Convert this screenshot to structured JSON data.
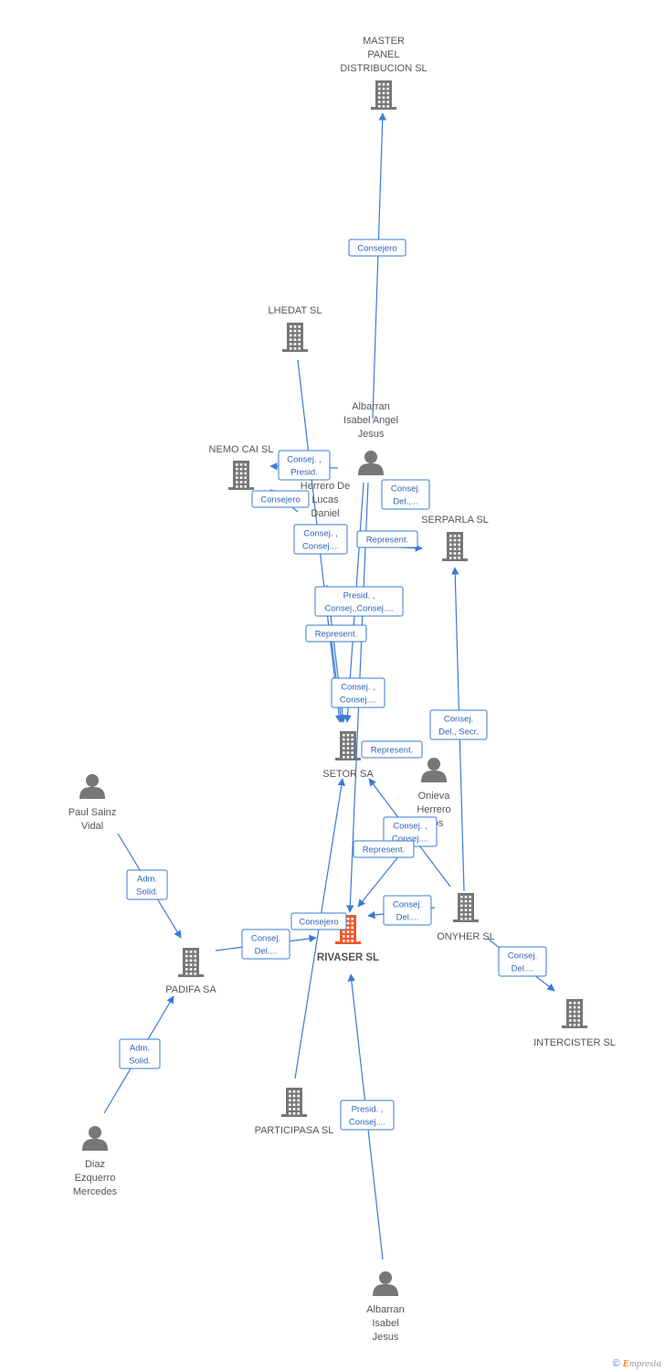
{
  "colors": {
    "edge": "#3a7bd5",
    "node_gray": "#777777",
    "node_focus": "#f05a28",
    "label": "#555555"
  },
  "nodes": [
    {
      "id": "master",
      "type": "company",
      "label": [
        "MASTER",
        "PANEL",
        "DISTRIBUCION SL"
      ],
      "icon": "building-icon"
    },
    {
      "id": "lhedat",
      "type": "company",
      "label": [
        "LHEDAT SL"
      ],
      "icon": "building-icon"
    },
    {
      "id": "albarran_angel",
      "type": "person",
      "label": [
        "Albarran",
        "Isabel Angel",
        "Jesus"
      ],
      "icon": "person-icon"
    },
    {
      "id": "nemo",
      "type": "company",
      "label": [
        "NEMO CAI SL"
      ],
      "icon": "building-icon"
    },
    {
      "id": "herrero_daniel",
      "type": "label_only",
      "label": [
        "Herrero De",
        "Lucas",
        "Daniel"
      ]
    },
    {
      "id": "serparla",
      "type": "company",
      "label": [
        "SERPARLA SL"
      ],
      "icon": "building-icon"
    },
    {
      "id": "setor",
      "type": "company",
      "label": [
        "SETOR SA"
      ],
      "icon": "building-icon"
    },
    {
      "id": "onieva",
      "type": "person",
      "label": [
        "Onieva",
        "Herrero",
        "...os"
      ],
      "icon": "person-icon"
    },
    {
      "id": "paul",
      "type": "person",
      "label": [
        "Paul Sainz",
        "Vidal"
      ],
      "icon": "person-icon"
    },
    {
      "id": "onyher",
      "type": "company",
      "label": [
        "ONYHER SL"
      ],
      "icon": "building-icon"
    },
    {
      "id": "rivaser",
      "type": "company_focus",
      "label": [
        "RIVASER SL"
      ],
      "icon": "building-icon"
    },
    {
      "id": "padifa",
      "type": "company",
      "label": [
        "PADIFA SA"
      ],
      "icon": "building-icon"
    },
    {
      "id": "intercister",
      "type": "company",
      "label": [
        "INTERCISTER SL"
      ],
      "icon": "building-icon"
    },
    {
      "id": "participasa",
      "type": "company",
      "label": [
        "PARTICIPASA SL"
      ],
      "icon": "building-icon"
    },
    {
      "id": "diaz",
      "type": "person",
      "label": [
        "Diaz",
        "Ezquerro",
        "Mercedes"
      ],
      "icon": "person-icon"
    },
    {
      "id": "albarran_isabel",
      "type": "person",
      "label": [
        "Albarran",
        "Isabel",
        "Jesus"
      ],
      "icon": "person-icon"
    }
  ],
  "edges": [
    {
      "from": "albarran_angel",
      "to": "master",
      "label": [
        "Consejero"
      ]
    },
    {
      "from": "herrero_daniel",
      "to": "nemo",
      "label": [
        "Consej. ,",
        "Presid."
      ]
    },
    {
      "from": "herrero_daniel",
      "to": "nemo",
      "label": [
        "Consejero"
      ]
    },
    {
      "from": "albarran_angel",
      "to": "rivaser",
      "label": [
        "Consej.",
        "Del.,..."
      ]
    },
    {
      "from": "lhedat",
      "to": "setor",
      "label": [
        "Consej. ,",
        "Consej...."
      ]
    },
    {
      "from": "albarran_angel",
      "to": "serparla",
      "label": [
        "Represent."
      ]
    },
    {
      "from": "herrero_daniel",
      "to": "setor",
      "label": [
        "Presid. ,",
        "Consej.,Consej...."
      ]
    },
    {
      "from": "herrero_daniel",
      "to": "setor",
      "label": [
        "Represent."
      ]
    },
    {
      "from": "albarran_angel",
      "to": "setor",
      "label": [
        "Consej. ,",
        "Consej...."
      ]
    },
    {
      "from": "onyher",
      "to": "serparla",
      "label": [
        "Consej.",
        "Del., Secr."
      ]
    },
    {
      "from": "onieva",
      "to": "setor",
      "label": [
        "Represent."
      ]
    },
    {
      "from": "onyher",
      "to": "setor",
      "label": [
        "Consej. ,",
        "Consej...."
      ]
    },
    {
      "from": "onieva",
      "to": "rivaser",
      "label": [
        "Represent."
      ]
    },
    {
      "from": "onyher",
      "to": "rivaser",
      "label": [
        "Consej.",
        "Del...."
      ]
    },
    {
      "from": "paul",
      "to": "padifa",
      "label": [
        "Adm.",
        "Solid."
      ]
    },
    {
      "from": "padifa",
      "to": "rivaser",
      "label": [
        "Consej.",
        "Del...."
      ]
    },
    {
      "from": "participasa",
      "to": "setor",
      "label": [
        "Consejero"
      ]
    },
    {
      "from": "onyher",
      "to": "intercister",
      "label": [
        "Consej.",
        "Del...."
      ]
    },
    {
      "from": "diaz",
      "to": "padifa",
      "label": [
        "Adm.",
        "Solid."
      ]
    },
    {
      "from": "albarran_isabel",
      "to": "rivaser",
      "label": [
        "Presid. ,",
        "Consej...."
      ]
    }
  ],
  "footer": {
    "copyright": "©",
    "brand_initial": "E",
    "brand_rest": "mpresia"
  }
}
